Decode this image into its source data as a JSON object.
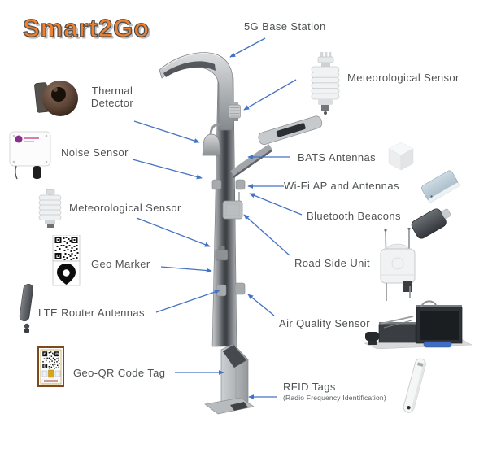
{
  "title": "Smart2Go",
  "colors": {
    "title_fill": "#EE8030",
    "title_outline": "#4C4C4C",
    "arrow": "#4472C4",
    "label_text": "#4F5254"
  },
  "labels": {
    "base_station_5g": "5G Base Station",
    "met_sensor_right": "Meteorological Sensor",
    "thermal_detector": "Thermal Detector",
    "noise_sensor": "Noise Sensor",
    "bats_antennas": "BATS Antennas",
    "wifi_ap_antennas": "Wi-Fi AP and Antennas",
    "met_sensor_left": "Meteorological Sensor",
    "bluetooth_beacons": "Bluetooth Beacons",
    "geo_marker": "Geo Marker",
    "road_side_unit": "Road Side Unit",
    "lte_router_antennas": "LTE Router Antennas",
    "air_quality_sensor": "Air Quality Sensor",
    "geo_qr_code_tag": "Geo-QR Code Tag",
    "rfid_tags": "RFID Tags",
    "rfid_tags_sub": "(Radio Frequency Identification)"
  },
  "images": {
    "pole": "smart-pole-illustration",
    "thermal_detector": "thermal-detector-photo",
    "noise_sensor": "noise-sensor-photo",
    "met_sensor_left": "meteorological-sensor-photo",
    "geo_marker": "geo-marker-qr-photo",
    "lte_antenna": "lte-antenna-photo",
    "geo_qr_tag": "geo-qr-code-tag-photo",
    "met_sensor_right": "meteorological-sensor-photo",
    "bats_cube": "bats-antenna-cube-photo",
    "wifi_ap": "wifi-ap-photo",
    "bluetooth_beacon": "bluetooth-beacon-photo",
    "road_side_unit": "road-side-unit-photo",
    "air_quality": "air-quality-sensor-photo",
    "rfid_tag": "rfid-tag-photo"
  }
}
